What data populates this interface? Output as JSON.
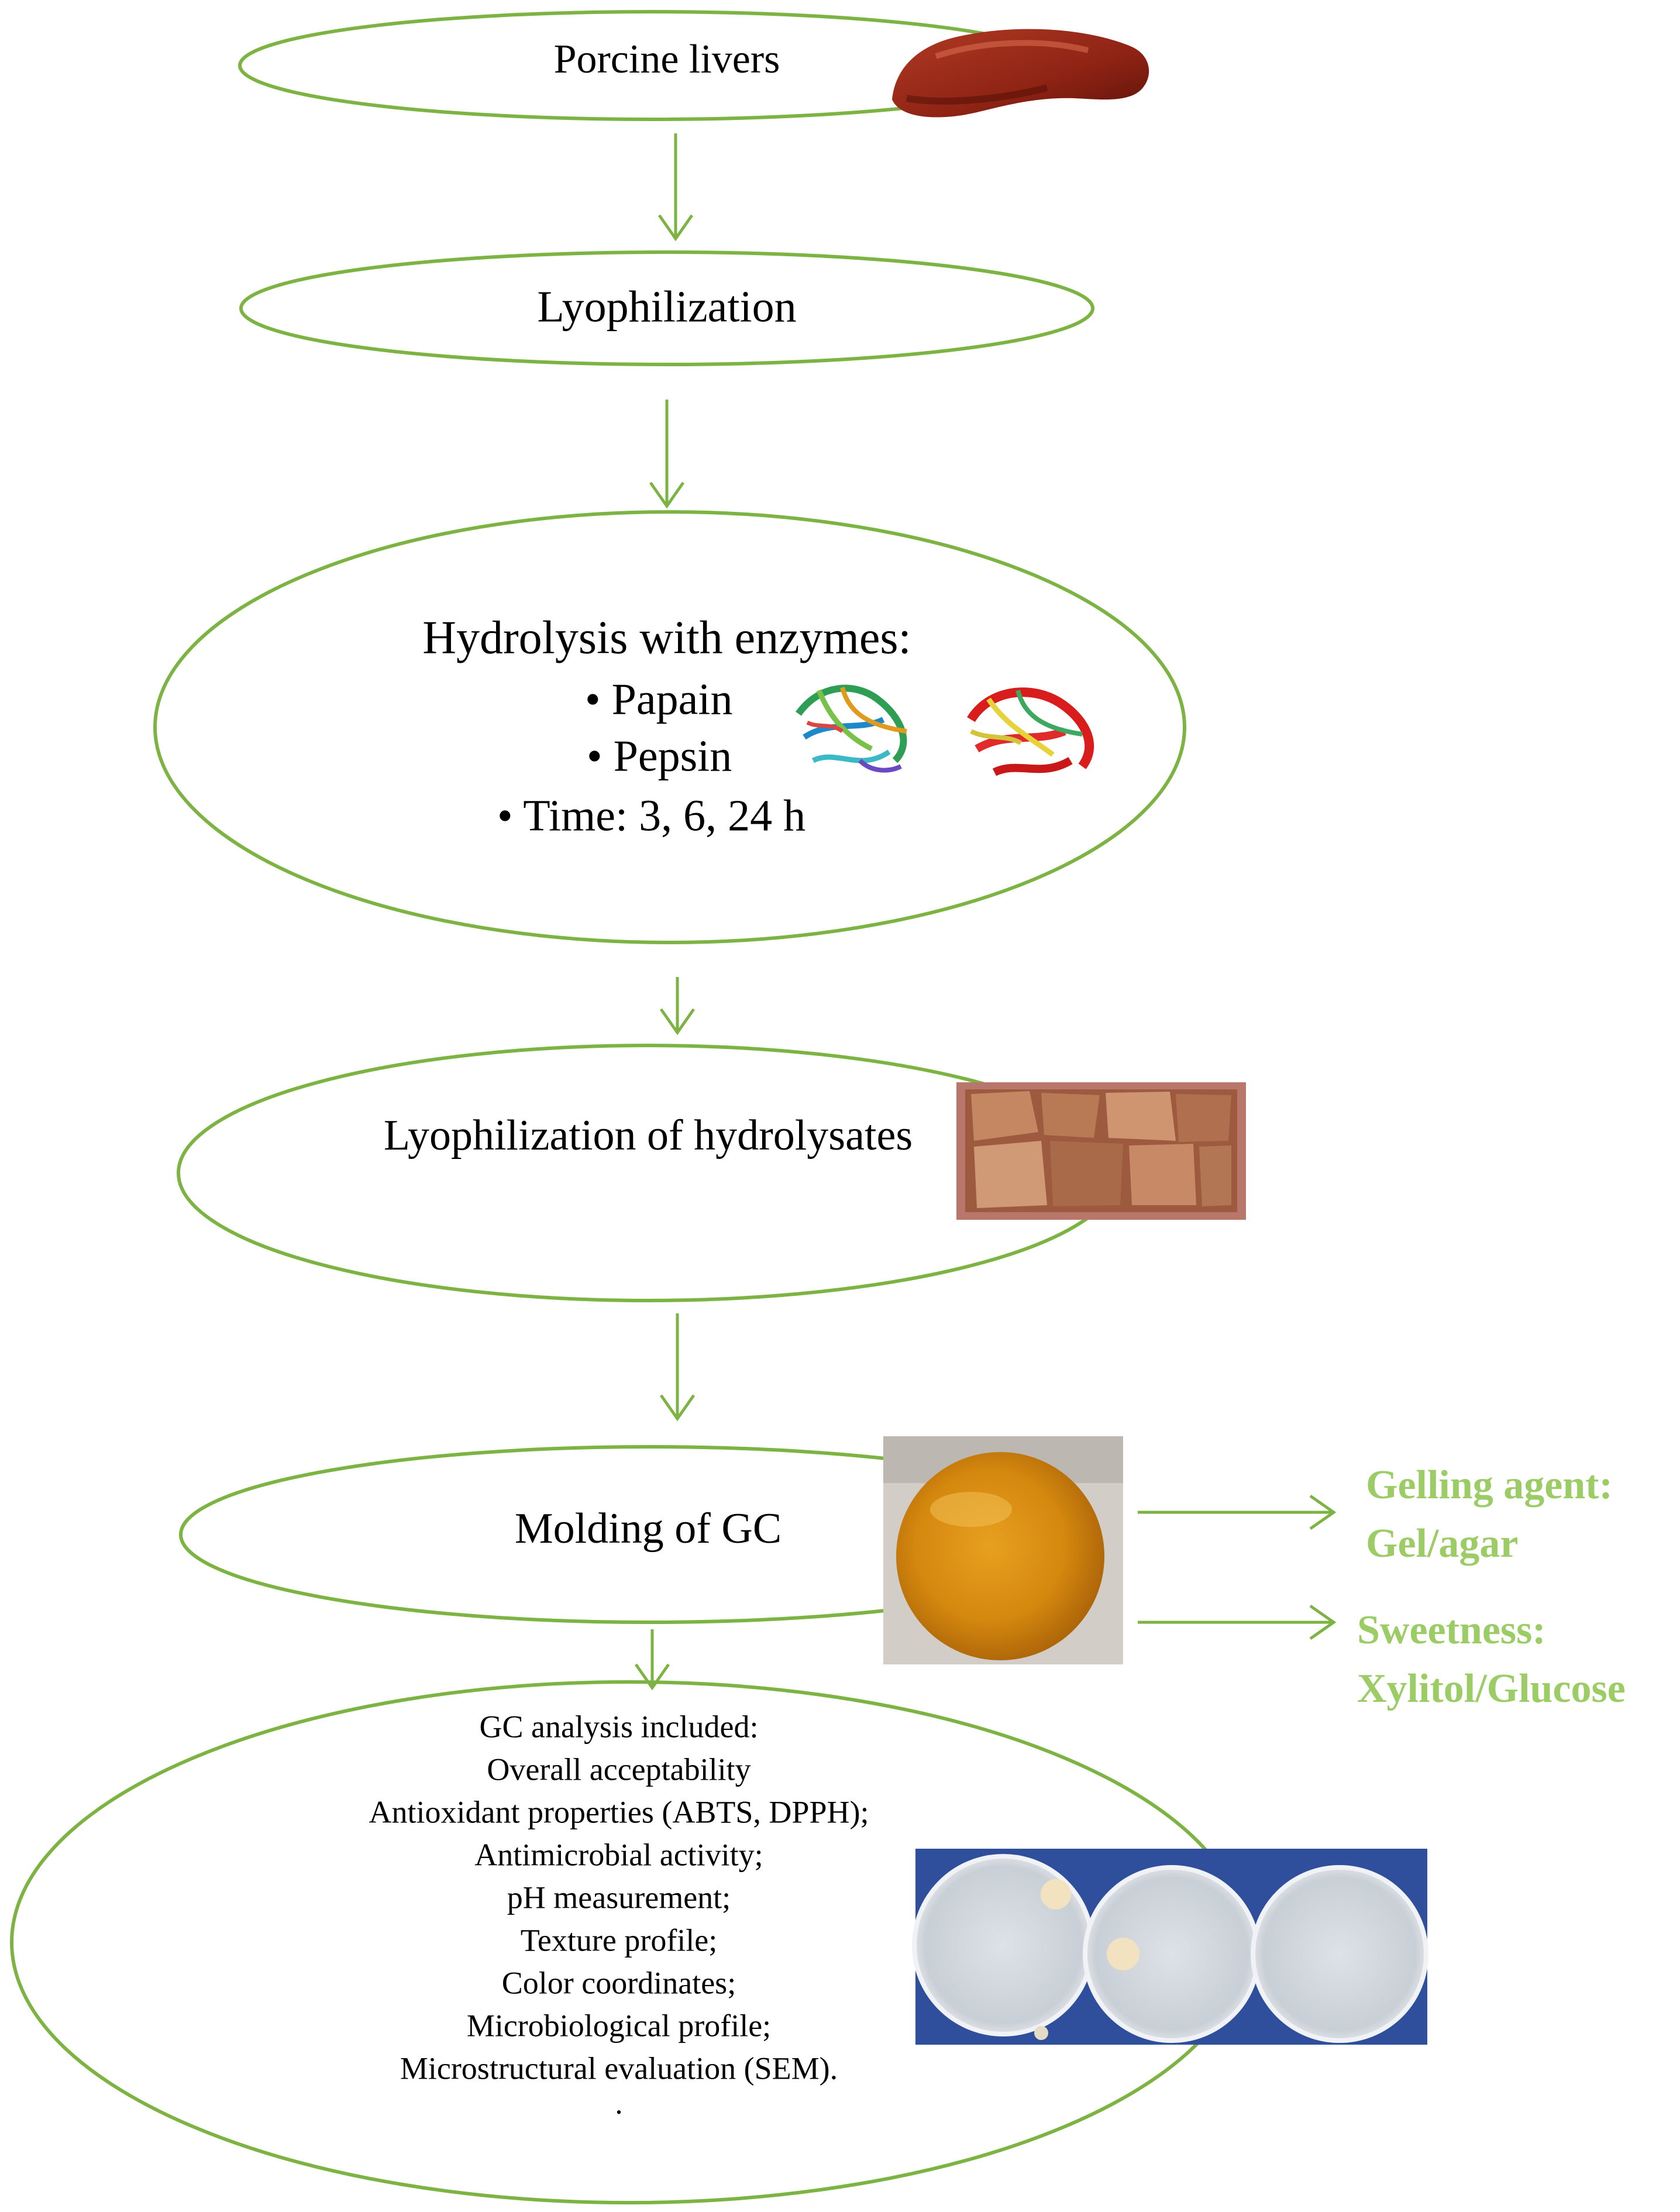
{
  "colors": {
    "ellipse_stroke": "#7cb342",
    "arrow_stroke": "#7cb342",
    "side_text": "#9ccc65",
    "text": "#000000",
    "petri_background": "#2f4f9c"
  },
  "steps": {
    "porcine": {
      "label": "Porcine livers",
      "image": "liver-photo"
    },
    "lyo1": {
      "label": "Lyophilization"
    },
    "hydrolysis": {
      "title": "Hydrolysis with enzymes:",
      "items": [
        "• Papain",
        "• Pepsin",
        "• Time: 3, 6, 24 h"
      ],
      "images": [
        "papain-structure",
        "pepsin-structure"
      ]
    },
    "lyo2": {
      "label": "Lyophilization of hydrolysates",
      "image": "lyophilized-hydrolysate-photo"
    },
    "molding": {
      "label": "Molding of GC",
      "image": "gummy-candy-photo"
    },
    "analysis": {
      "lines": [
        "GC analysis included:",
        "Overall acceptability",
        "Antioxidant properties (ABTS, DPPH);",
        "Antimicrobial activity;",
        "pH measurement;",
        "Texture profile;",
        "Color coordinates;",
        "Microbiological profile;",
        "Microstructural evaluation (SEM).",
        "."
      ],
      "image": "petri-dishes-photo"
    }
  },
  "side": {
    "gelling": [
      "Gelling agent:",
      "Gel/agar"
    ],
    "sweetness": [
      "Sweetness:",
      "Xylitol/Glucose"
    ]
  }
}
